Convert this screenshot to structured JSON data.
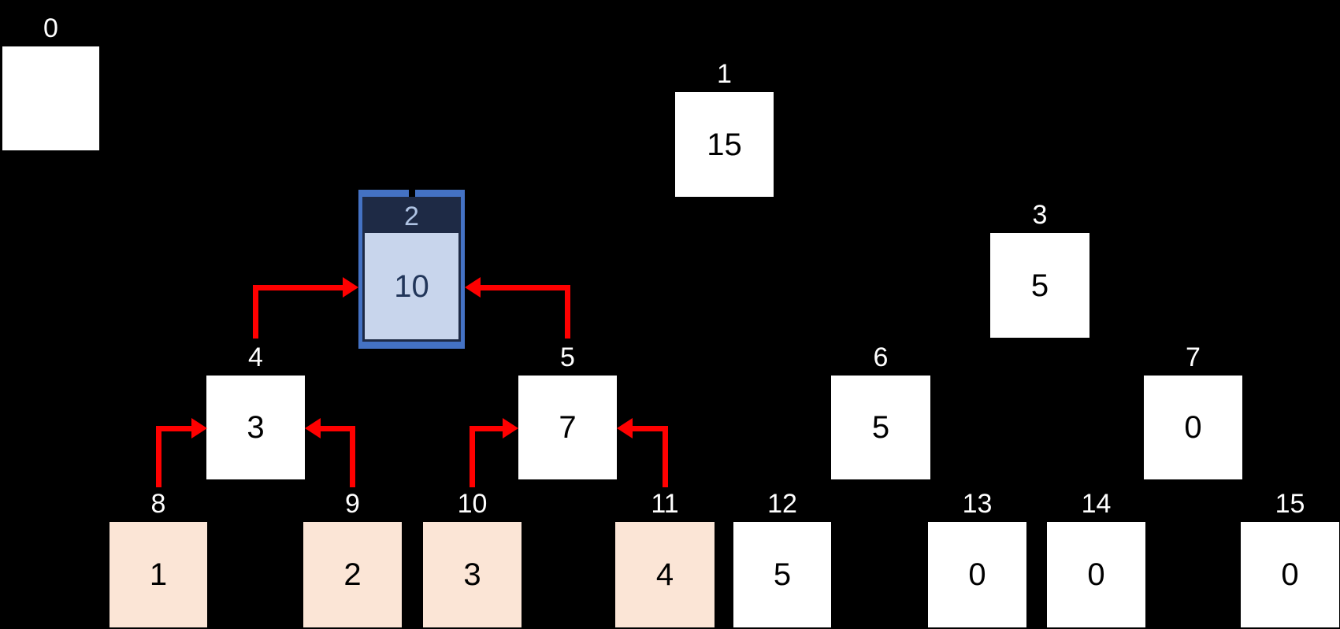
{
  "diagram": {
    "kind": "segment-tree",
    "background": "#000000"
  },
  "colors": {
    "background": "#000000",
    "node_fill": "#FFFFFF",
    "leaf_highlight_fill": "#FBE5D6",
    "arrow": "#FF0000",
    "selected_outer_border": "#4472C4",
    "selected_header_fill": "#1E2A45",
    "selected_header_text": "#AFC3E3",
    "selected_body_fill": "#C8D5EC",
    "selected_value_text": "#22365A",
    "index_label_text": "#FFFFFF",
    "value_text": "#000000"
  },
  "nodes": [
    {
      "index": "0",
      "value": "",
      "kind": "plain"
    },
    {
      "index": "1",
      "value": "15",
      "kind": "plain"
    },
    {
      "index": "2",
      "value": "10",
      "kind": "selected"
    },
    {
      "index": "3",
      "value": "5",
      "kind": "plain"
    },
    {
      "index": "4",
      "value": "3",
      "kind": "plain"
    },
    {
      "index": "5",
      "value": "7",
      "kind": "plain"
    },
    {
      "index": "6",
      "value": "5",
      "kind": "plain"
    },
    {
      "index": "7",
      "value": "0",
      "kind": "plain"
    },
    {
      "index": "8",
      "value": "1",
      "kind": "highlight"
    },
    {
      "index": "9",
      "value": "2",
      "kind": "highlight"
    },
    {
      "index": "10",
      "value": "3",
      "kind": "highlight"
    },
    {
      "index": "11",
      "value": "4",
      "kind": "highlight"
    },
    {
      "index": "12",
      "value": "5",
      "kind": "plain"
    },
    {
      "index": "13",
      "value": "0",
      "kind": "plain"
    },
    {
      "index": "14",
      "value": "0",
      "kind": "plain"
    },
    {
      "index": "15",
      "value": "0",
      "kind": "plain"
    }
  ],
  "arrows": [
    {
      "from": "8",
      "to": "4"
    },
    {
      "from": "9",
      "to": "4"
    },
    {
      "from": "10",
      "to": "5"
    },
    {
      "from": "11",
      "to": "5"
    },
    {
      "from": "4",
      "to": "2"
    },
    {
      "from": "5",
      "to": "2"
    }
  ]
}
